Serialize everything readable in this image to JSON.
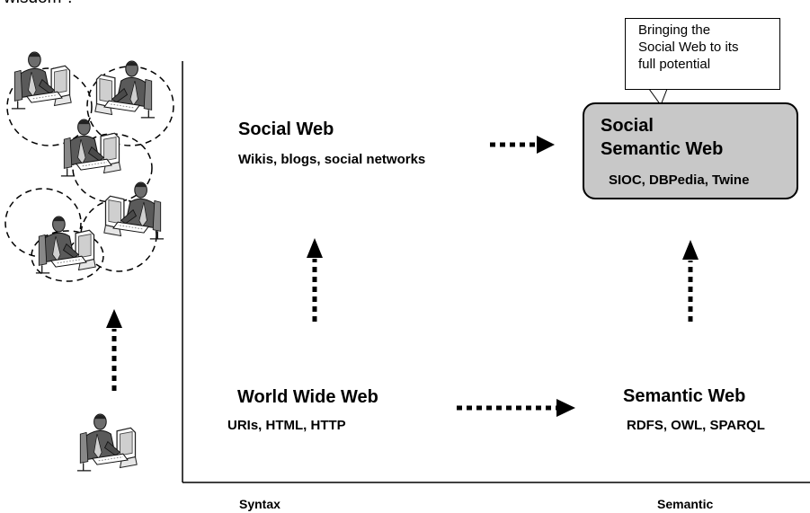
{
  "top_fragment": "wisdom\".",
  "callout": {
    "lines": [
      "Bringing the",
      "Social Web to its",
      "full potential"
    ]
  },
  "nodes": {
    "social_web": {
      "title": "Social Web",
      "subtitle": "Wikis, blogs, social networks"
    },
    "social_semantic_web": {
      "title_line1": "Social",
      "title_line2": "Semantic Web",
      "subtitle": "SIOC, DBPedia, Twine",
      "fill": "#c8c8c8"
    },
    "world_wide_web": {
      "title": "World Wide Web",
      "subtitle": "URIs, HTML, HTTP"
    },
    "semantic_web": {
      "title": "Semantic Web",
      "subtitle": "RDFS, OWL, SPARQL"
    }
  },
  "axis": {
    "x_left_label": "Syntax",
    "x_right_label": "Semantic"
  },
  "icons": [
    "person-at-computer-icon"
  ]
}
